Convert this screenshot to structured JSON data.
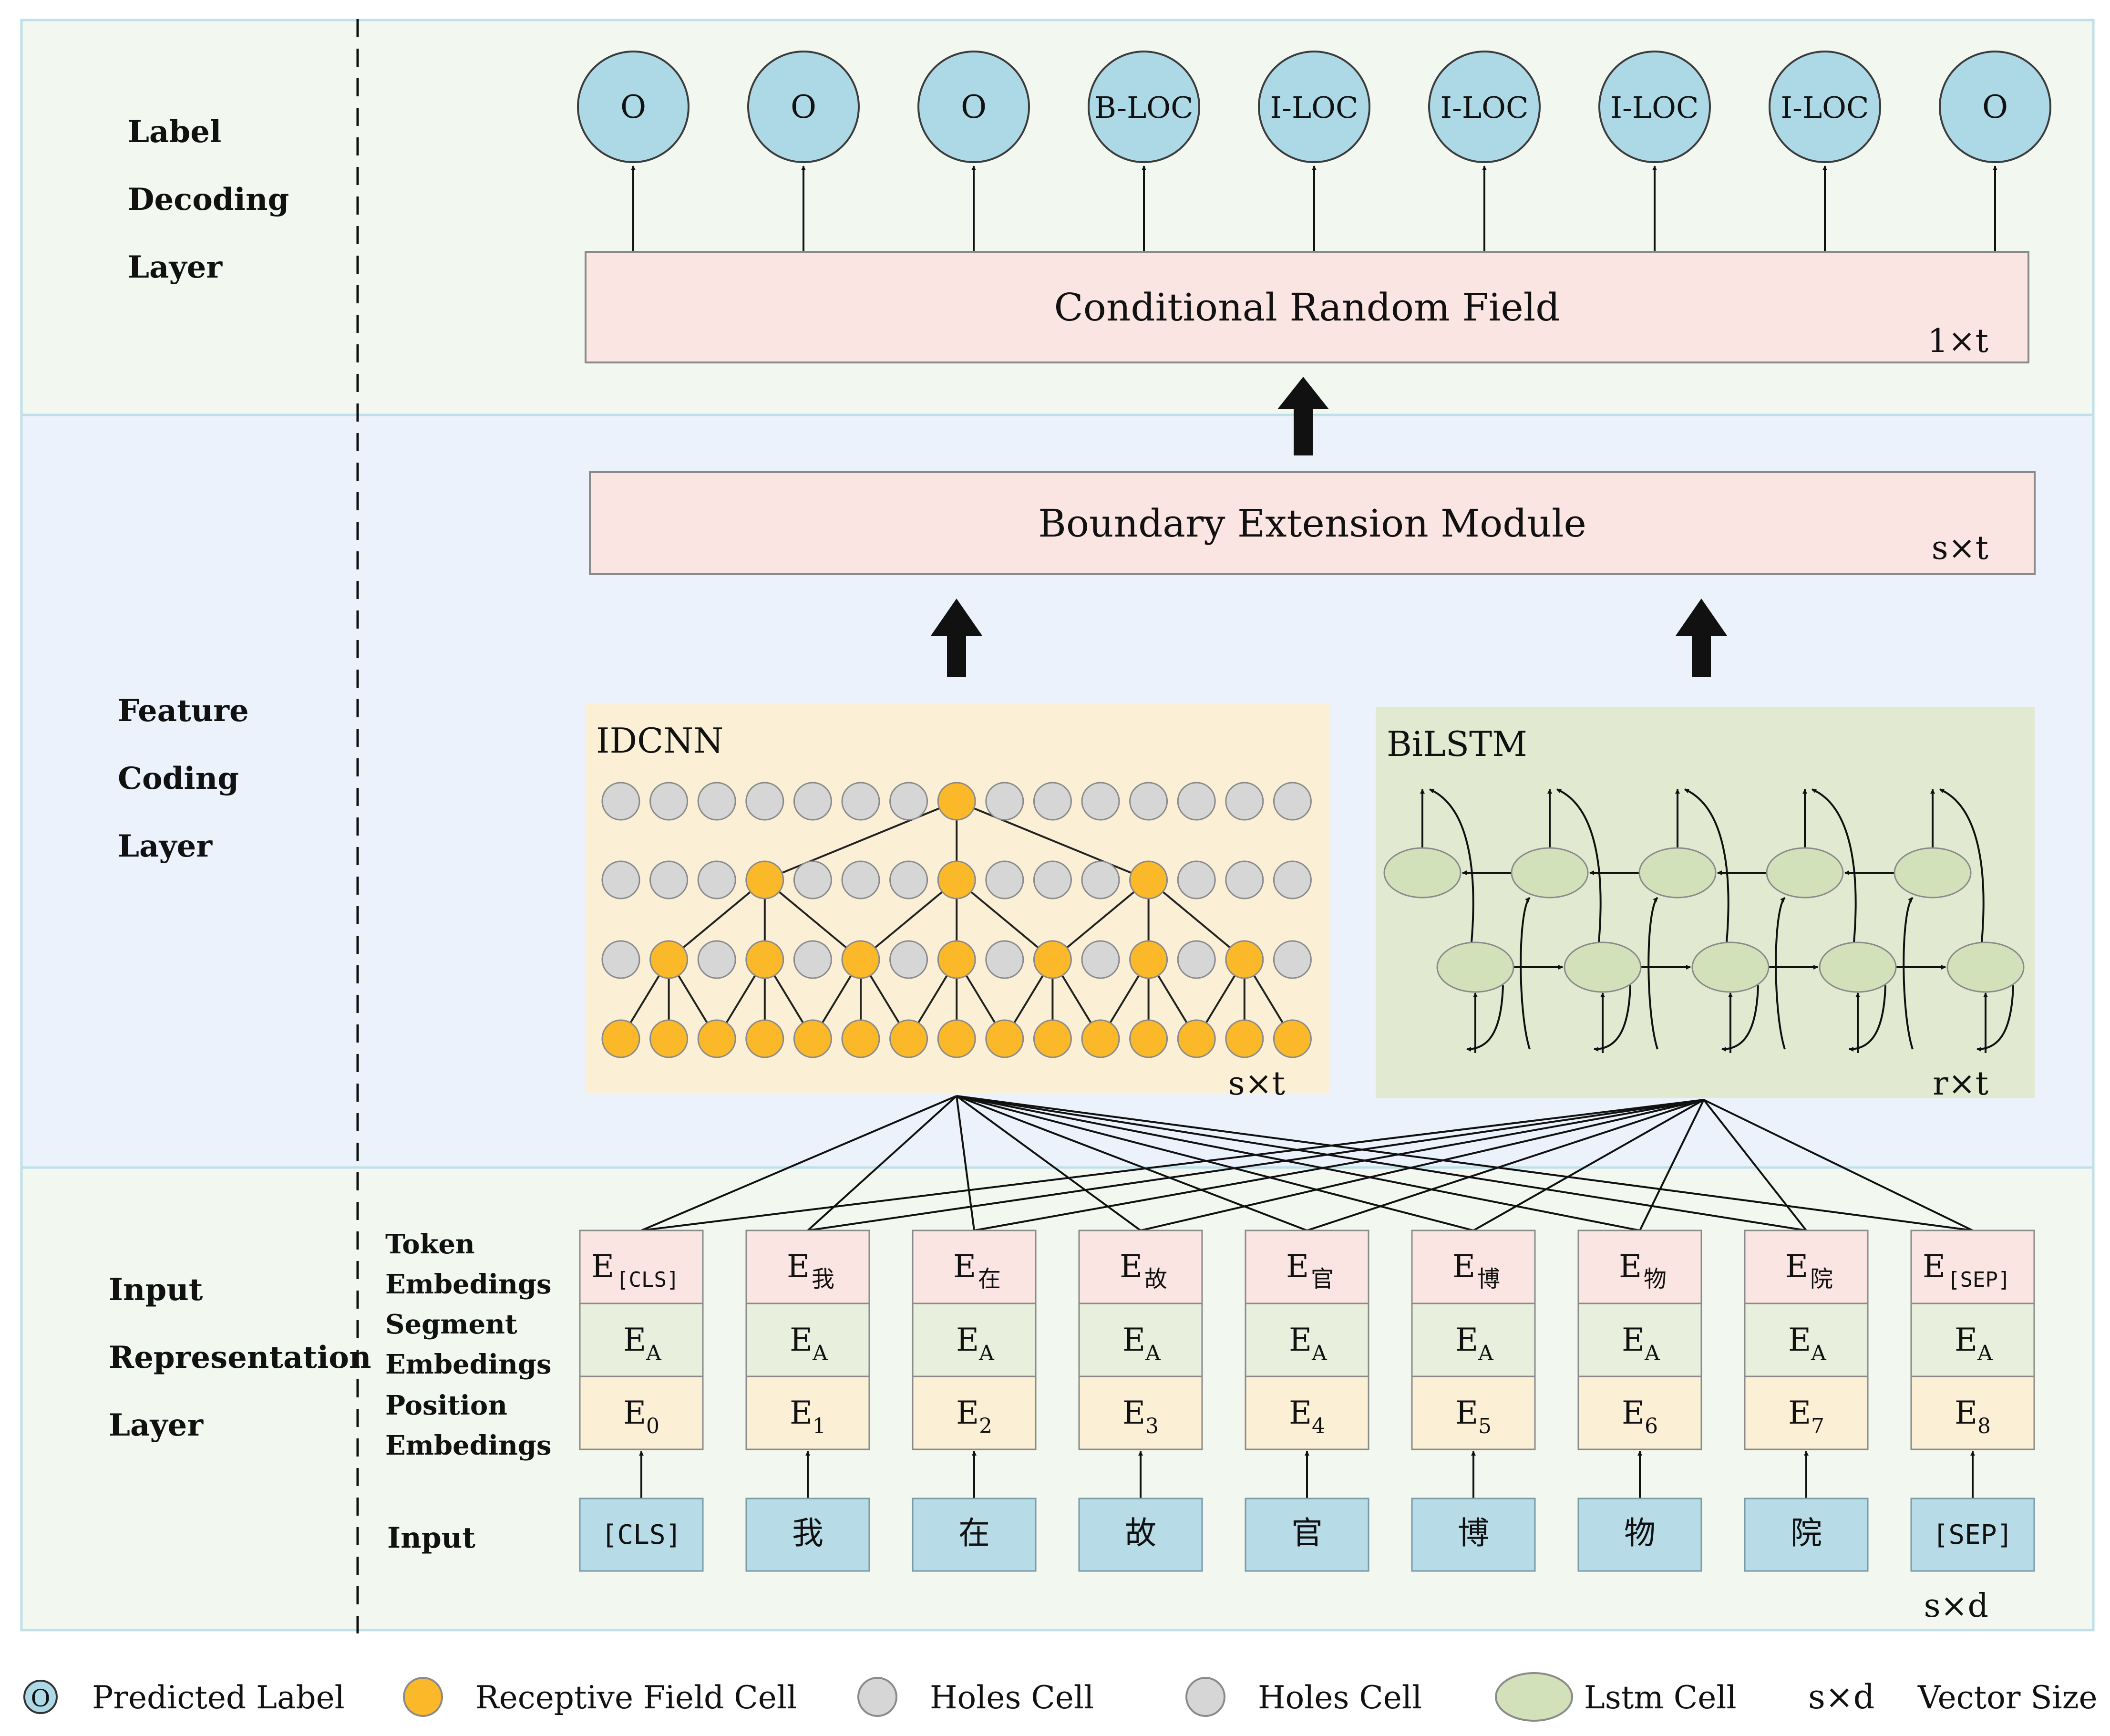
{
  "layers": {
    "decoding": [
      "Label",
      "Decoding",
      "Layer"
    ],
    "feature": [
      "Feature",
      "Coding",
      "Layer"
    ],
    "input": [
      "Input",
      "Representation",
      "Layer"
    ]
  },
  "labels": [
    "O",
    "O",
    "O",
    "B-LOC",
    "I-LOC",
    "I-LOC",
    "I-LOC",
    "I-LOC",
    "O"
  ],
  "crf": {
    "title": "Conditional Random Field",
    "size": "1×t"
  },
  "bem": {
    "title": "Boundary Extension Module",
    "size": "s×t"
  },
  "idcnn": {
    "title": "IDCNN",
    "size": "s×t"
  },
  "bilstm": {
    "title": "BiLSTM",
    "size": "r×t"
  },
  "embedding_labels": {
    "token": [
      "Token",
      "Embedings"
    ],
    "segment": [
      "Segment",
      "Embedings"
    ],
    "position": [
      "Position",
      "Embedings"
    ],
    "input": "Input"
  },
  "tokens": [
    {
      "base": "E",
      "sub": "[CLS]",
      "seg": "A",
      "pos": "0",
      "input": "[CLS]"
    },
    {
      "base": "E",
      "sub": "我",
      "seg": "A",
      "pos": "1",
      "input": "我"
    },
    {
      "base": "E",
      "sub": "在",
      "seg": "A",
      "pos": "2",
      "input": "在"
    },
    {
      "base": "E",
      "sub": "故",
      "seg": "A",
      "pos": "3",
      "input": "故"
    },
    {
      "base": "E",
      "sub": "官",
      "seg": "A",
      "pos": "4",
      "input": "官"
    },
    {
      "base": "E",
      "sub": "博",
      "seg": "A",
      "pos": "5",
      "input": "博"
    },
    {
      "base": "E",
      "sub": "物",
      "seg": "A",
      "pos": "6",
      "input": "物"
    },
    {
      "base": "E",
      "sub": "院",
      "seg": "A",
      "pos": "7",
      "input": "院"
    },
    {
      "base": "E",
      "sub": "[SEP]",
      "seg": "A",
      "pos": "8",
      "input": "[SEP]"
    }
  ],
  "input_size": "s×d",
  "legend": {
    "circle_letter": "O",
    "predicted": "Predicted Label",
    "receptive": "Receptive Field Cell",
    "holes1": "Holes Cell",
    "holes2": "Holes Cell",
    "lstm": "Lstm Cell",
    "vector_symbol": "s×d",
    "vector": "Vector Size"
  },
  "colors": {
    "label_node": "#add8e6",
    "crf_fill": "#fbe5e3",
    "idcnn_bg": "#fbf0d6",
    "bilstm_bg": "#e1ead1",
    "receptive": "#fbb829",
    "holes": "#d6d6d6",
    "lstm": "#d3e1bb",
    "token_row": "#fbe5e3",
    "segment_row": "#e8efdc",
    "position_row": "#fbf0d6",
    "input_box": "#b7dbe7"
  }
}
